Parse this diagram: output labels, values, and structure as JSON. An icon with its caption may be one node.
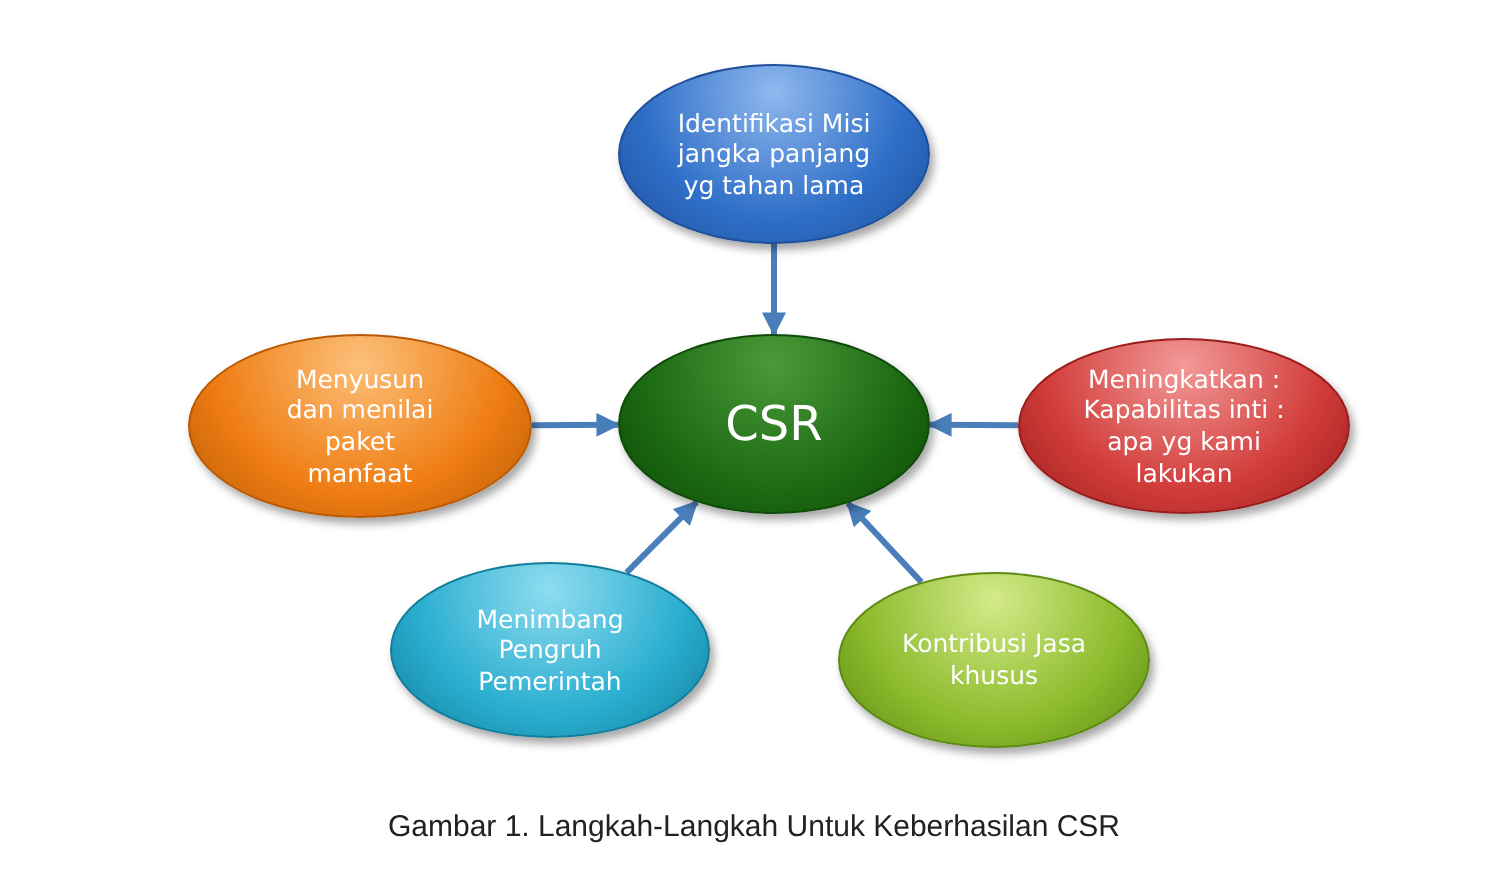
{
  "diagram": {
    "caption": "Gambar 1. Langkah-Langkah Untuk Keberhasilan CSR",
    "nodes": [
      {
        "text": [
          "Identifikasi Misi jangka panjang yg tahan lama"
        ]
      },
      {
        "text": [
          "Menyusun dan menilai paket manfaat"
        ]
      },
      {
        "text": [
          "CSR"
        ]
      },
      {
        "text": [
          "Meningkatkan : Kapabilitas inti : apa yg kami lakukan"
        ]
      },
      {
        "text": [
          "Menimbang Pengruh Pemerintah"
        ]
      },
      {
        "text": [
          "Kontribusi Jasa khusus"
        ]
      }
    ],
    "edges": [
      {
        "from": 0,
        "to": 2,
        "arrow": "to"
      },
      {
        "from": 1,
        "to": 2,
        "arrow": "to"
      },
      {
        "from": 3,
        "to": 2,
        "arrow": "to"
      },
      {
        "from": 4,
        "to": 2,
        "arrow": "to"
      },
      {
        "from": 5,
        "to": 2,
        "arrow": "to"
      }
    ]
  }
}
